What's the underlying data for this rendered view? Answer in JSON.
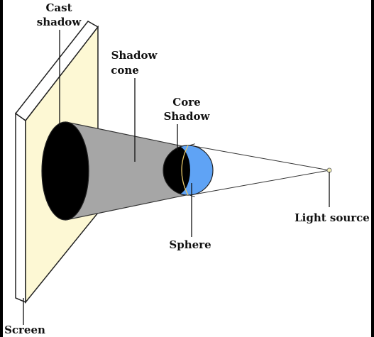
{
  "labels": {
    "cast_shadow_line1": "Cast",
    "cast_shadow_line2": "shadow",
    "shadow_cone_line1": "Shadow",
    "shadow_cone_line2": "cone",
    "core_shadow_line1": "Core",
    "core_shadow_line2": "Shadow",
    "light_source": "Light source",
    "sphere": "Sphere",
    "screen": "Screen"
  },
  "colors": {
    "screen_face": "#fdf8d4",
    "screen_edge": "#ffffff",
    "cast_shadow": "#000000",
    "cone": "#a6a6a6",
    "sphere_lit": "#5fa3f5",
    "sphere_dark": "#000000",
    "light_point": "#f5f0b0"
  }
}
